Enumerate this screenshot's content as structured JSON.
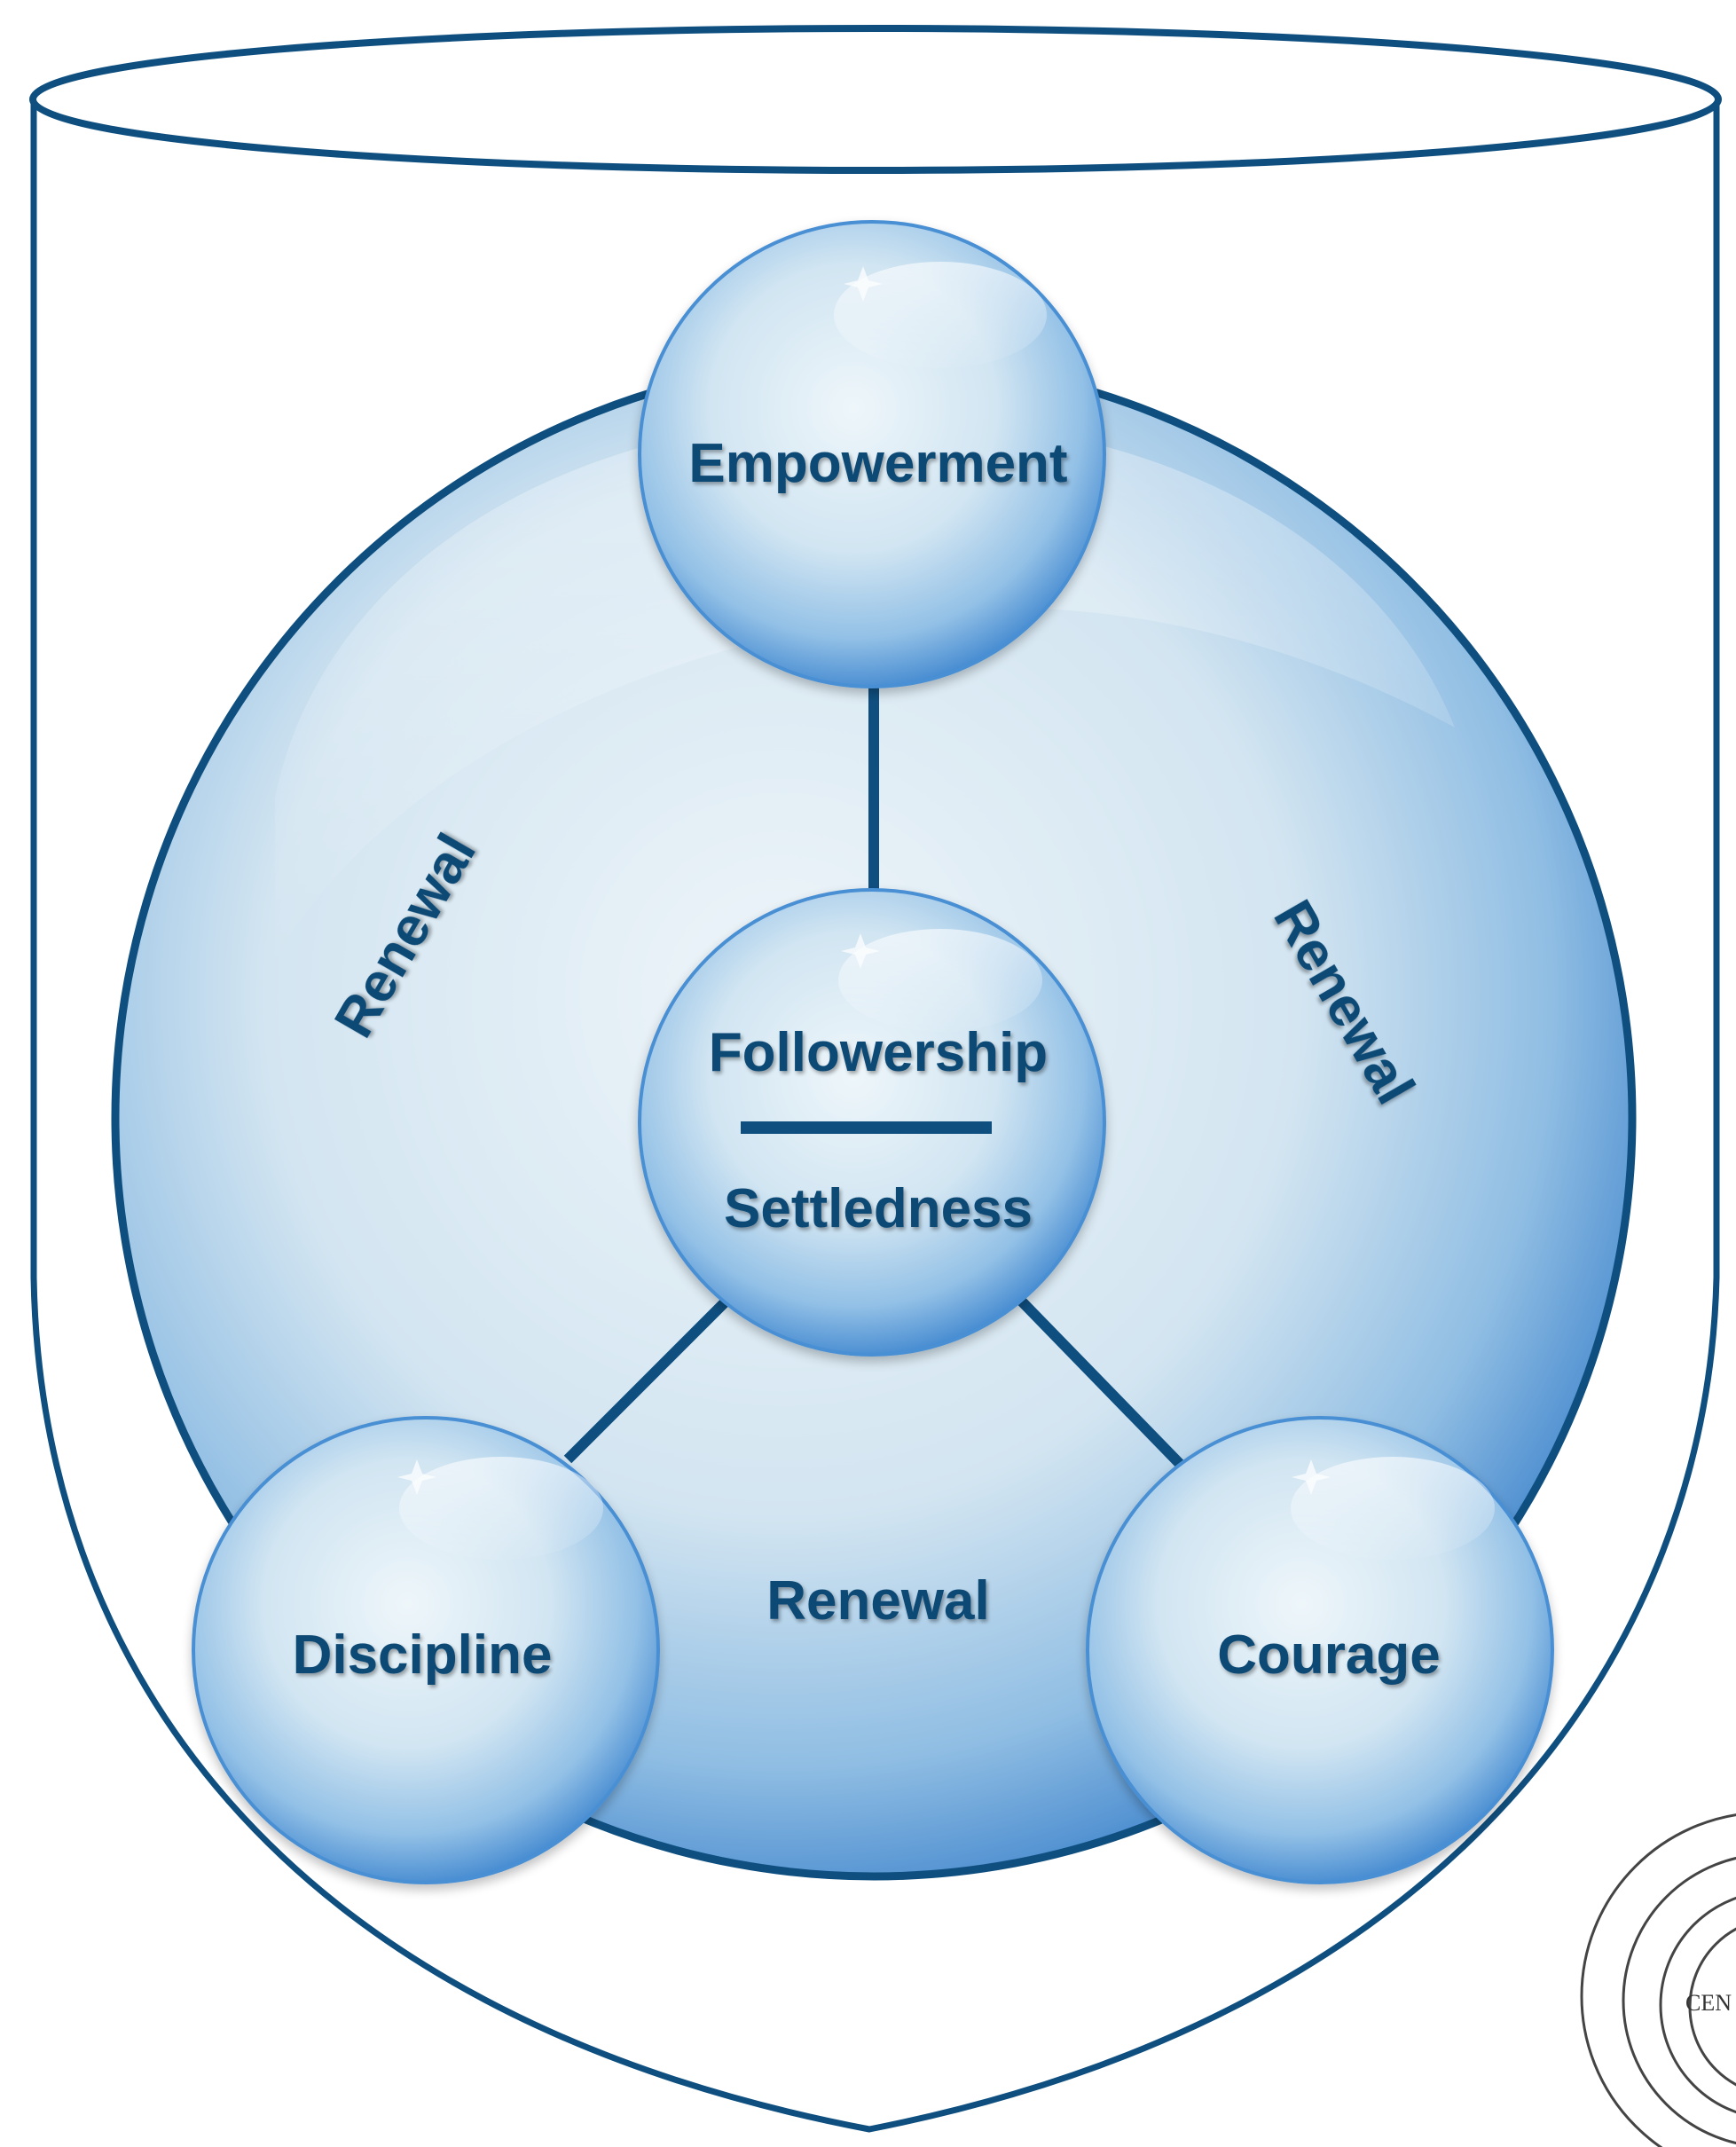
{
  "colors": {
    "outline": "#0f4f80",
    "text": "#0f4a75",
    "sphere_light": "#eaf3f8",
    "sphere_mid": "#9fc6e6",
    "sphere_dark": "#2f75c2"
  },
  "nodes": {
    "top": {
      "label": "Empowerment"
    },
    "center": {
      "top_label": "Followership",
      "bottom_label": "Settledness"
    },
    "bottom_left": {
      "label": "Discipline"
    },
    "bottom_right": {
      "label": "Courage"
    }
  },
  "edge_labels": {
    "left": "Renewal",
    "right": "Renewal",
    "bottom": "Renewal"
  },
  "logo": {
    "partial_text": "CEN"
  }
}
